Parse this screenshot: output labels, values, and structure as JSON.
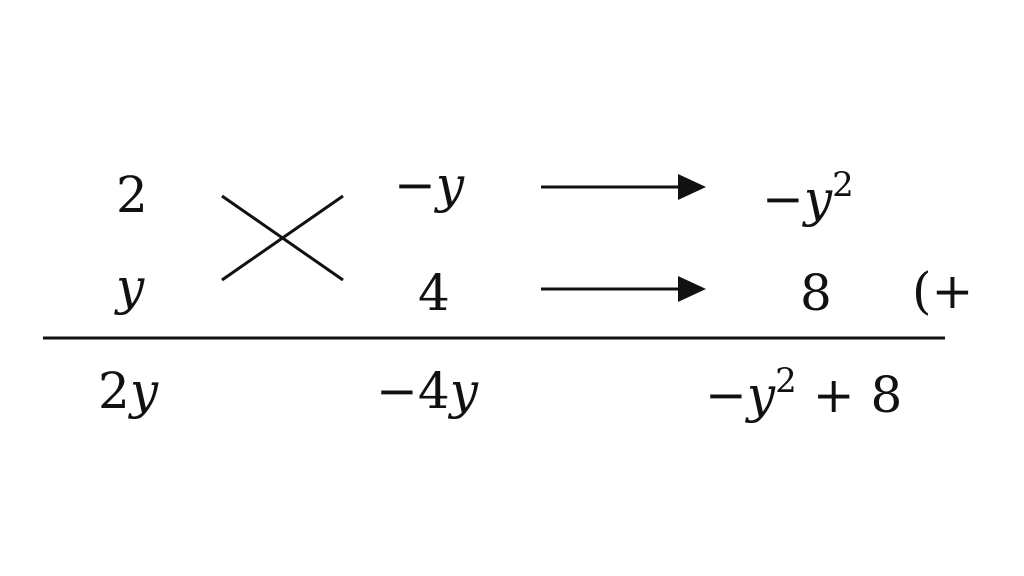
{
  "row1": {
    "left": "2",
    "middle_sign": "−",
    "middle_var": "y",
    "right_sign": "−",
    "right_var": "y",
    "right_exp": "2"
  },
  "row2": {
    "left_var": "y",
    "middle": "4",
    "right": "8",
    "note": "(+"
  },
  "result": {
    "left_coef": "2",
    "left_var": "y",
    "middle_sign": "−",
    "middle_coef": "4",
    "middle_var": "y",
    "right_sign": "−",
    "right_var": "y",
    "right_exp": "2",
    "right_tail": " + 8"
  },
  "colors": {
    "ink": "#111111",
    "background": "#ffffff"
  }
}
